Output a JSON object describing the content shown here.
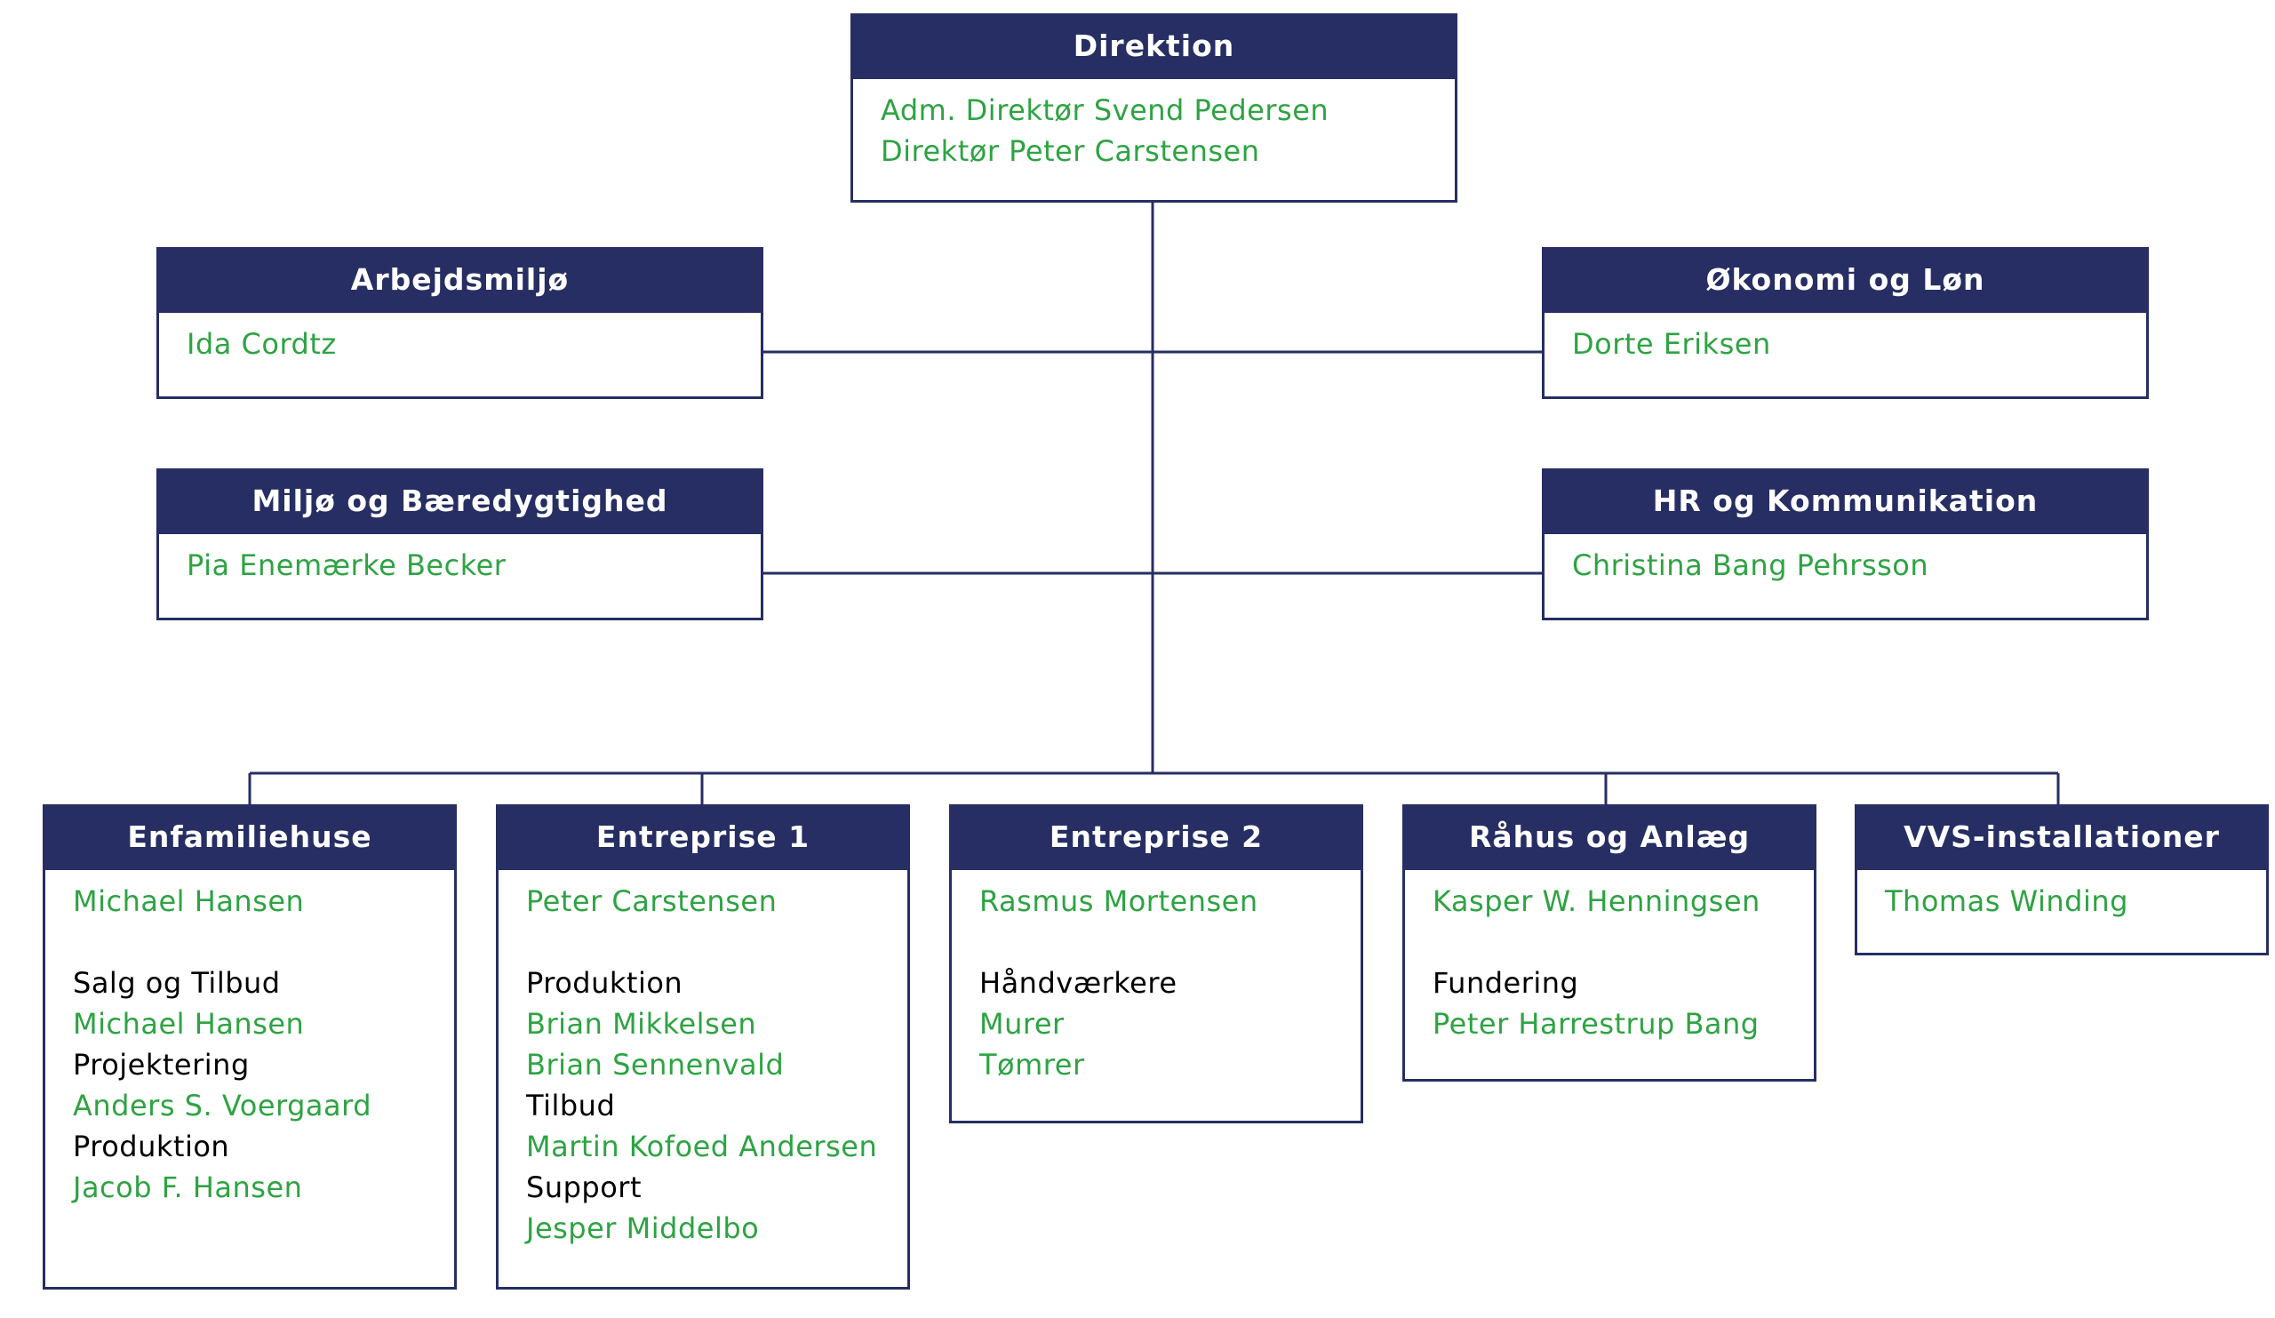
{
  "colors": {
    "navy": "#262e63",
    "green": "#2ea343",
    "black": "#000000",
    "white": "#ffffff"
  },
  "top": {
    "title": "Direktion",
    "lines": [
      {
        "text": "Adm. Direktør Svend Pedersen",
        "kind": "person"
      },
      {
        "text": "Direktør Peter Carstensen",
        "kind": "person"
      }
    ]
  },
  "staff": [
    {
      "title": "Arbejdsmiljø",
      "lines": [
        {
          "text": "Ida Cordtz",
          "kind": "person"
        }
      ]
    },
    {
      "title": "Økonomi og Løn",
      "lines": [
        {
          "text": "Dorte Eriksen",
          "kind": "person"
        }
      ]
    },
    {
      "title": "Miljø og Bæredygtighed",
      "lines": [
        {
          "text": "Pia Enemærke Becker",
          "kind": "person"
        }
      ]
    },
    {
      "title": "HR og Kommunikation",
      "lines": [
        {
          "text": "Christina Bang Pehrsson",
          "kind": "person"
        }
      ]
    }
  ],
  "departments": [
    {
      "title": "Enfamiliehuse",
      "lines": [
        {
          "text": "Michael Hansen",
          "kind": "person"
        },
        {
          "text": "",
          "kind": "gap"
        },
        {
          "text": "Salg og Tilbud",
          "kind": "label"
        },
        {
          "text": "Michael Hansen",
          "kind": "person"
        },
        {
          "text": "Projektering",
          "kind": "label"
        },
        {
          "text": "Anders S. Voergaard",
          "kind": "person"
        },
        {
          "text": "Produktion",
          "kind": "label"
        },
        {
          "text": "Jacob F. Hansen",
          "kind": "person"
        }
      ]
    },
    {
      "title": "Entreprise 1",
      "lines": [
        {
          "text": "Peter Carstensen",
          "kind": "person"
        },
        {
          "text": "",
          "kind": "gap"
        },
        {
          "text": "Produktion",
          "kind": "label"
        },
        {
          "text": "Brian Mikkelsen",
          "kind": "person"
        },
        {
          "text": "Brian Sennenvald",
          "kind": "person"
        },
        {
          "text": "Tilbud",
          "kind": "label"
        },
        {
          "text": "Martin Kofoed Andersen",
          "kind": "person"
        },
        {
          "text": "Support",
          "kind": "label"
        },
        {
          "text": "Jesper Middelbo",
          "kind": "person"
        }
      ]
    },
    {
      "title": "Entreprise 2",
      "lines": [
        {
          "text": "Rasmus Mortensen",
          "kind": "person"
        },
        {
          "text": "",
          "kind": "gap"
        },
        {
          "text": "Håndværkere",
          "kind": "label"
        },
        {
          "text": "Murer",
          "kind": "person"
        },
        {
          "text": "Tømrer",
          "kind": "person"
        }
      ]
    },
    {
      "title": "Råhus og Anlæg",
      "lines": [
        {
          "text": "Kasper W. Henningsen",
          "kind": "person"
        },
        {
          "text": "",
          "kind": "gap"
        },
        {
          "text": "Fundering",
          "kind": "label"
        },
        {
          "text": "Peter Harrestrup Bang",
          "kind": "person"
        }
      ]
    },
    {
      "title": "VVS-installationer",
      "lines": [
        {
          "text": "Thomas Winding",
          "kind": "person"
        }
      ]
    }
  ]
}
